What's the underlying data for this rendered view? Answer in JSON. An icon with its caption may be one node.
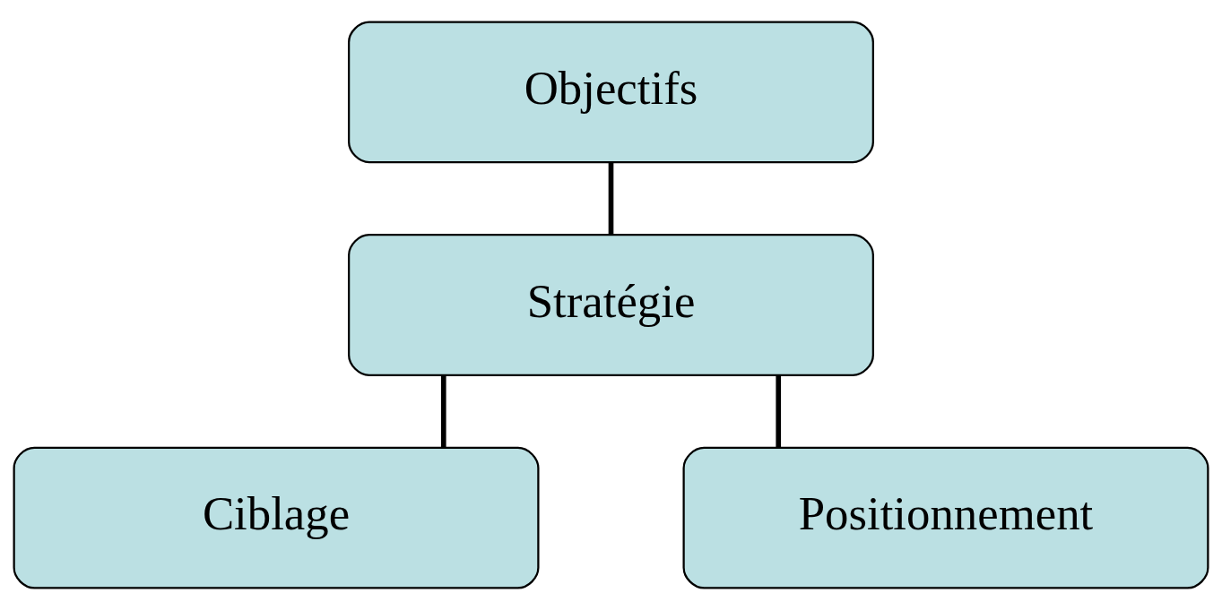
{
  "diagram": {
    "nodes": [
      {
        "text": [
          "Objectifs"
        ]
      },
      {
        "text": [
          "Stratégie"
        ]
      },
      {
        "text": [
          "Ciblage"
        ]
      },
      {
        "text": [
          "Positionnement"
        ]
      }
    ],
    "edges": [
      {
        "from": 0,
        "to": 1,
        "arrow": "none"
      },
      {
        "from": 1,
        "to": 2,
        "arrow": "none"
      },
      {
        "from": 1,
        "to": 3,
        "arrow": "none"
      }
    ]
  }
}
